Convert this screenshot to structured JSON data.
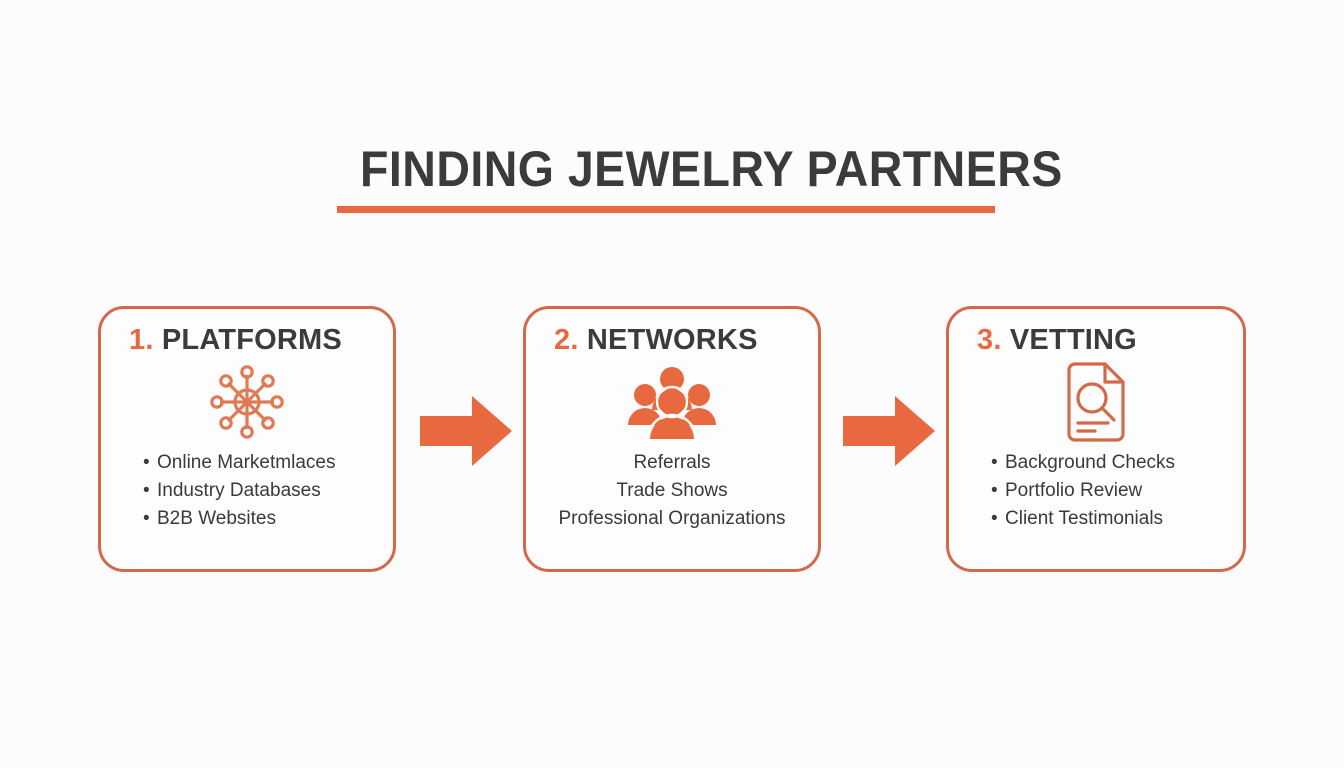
{
  "page": {
    "title": "FINDING JEWELRY PARTNERS",
    "background_color": "#fcfcfc",
    "accent_color": "#e8693f",
    "border_color": "#d2694a",
    "heading_color": "#3b3b3b",
    "body_text_color": "#3a3a3a"
  },
  "steps": [
    {
      "number": "1.",
      "title": "PLATFORMS",
      "icon": "network-hub-icon",
      "list_style": "bulleted",
      "items": [
        "Online Marketmlaces",
        "Industry Databases",
        "B2B Websites"
      ]
    },
    {
      "number": "2.",
      "title": "NETWORKS",
      "icon": "people-group-icon",
      "list_style": "centered",
      "items": [
        "Referrals",
        "Trade Shows",
        "Professional Organizations"
      ]
    },
    {
      "number": "3.",
      "title": "VETTING",
      "icon": "document-search-icon",
      "list_style": "bulleted",
      "items": [
        "Background Checks",
        "Portfolio Review",
        "Client Testimonials"
      ]
    }
  ],
  "connectors": [
    {
      "icon": "arrow-right-icon"
    },
    {
      "icon": "arrow-right-icon"
    }
  ]
}
